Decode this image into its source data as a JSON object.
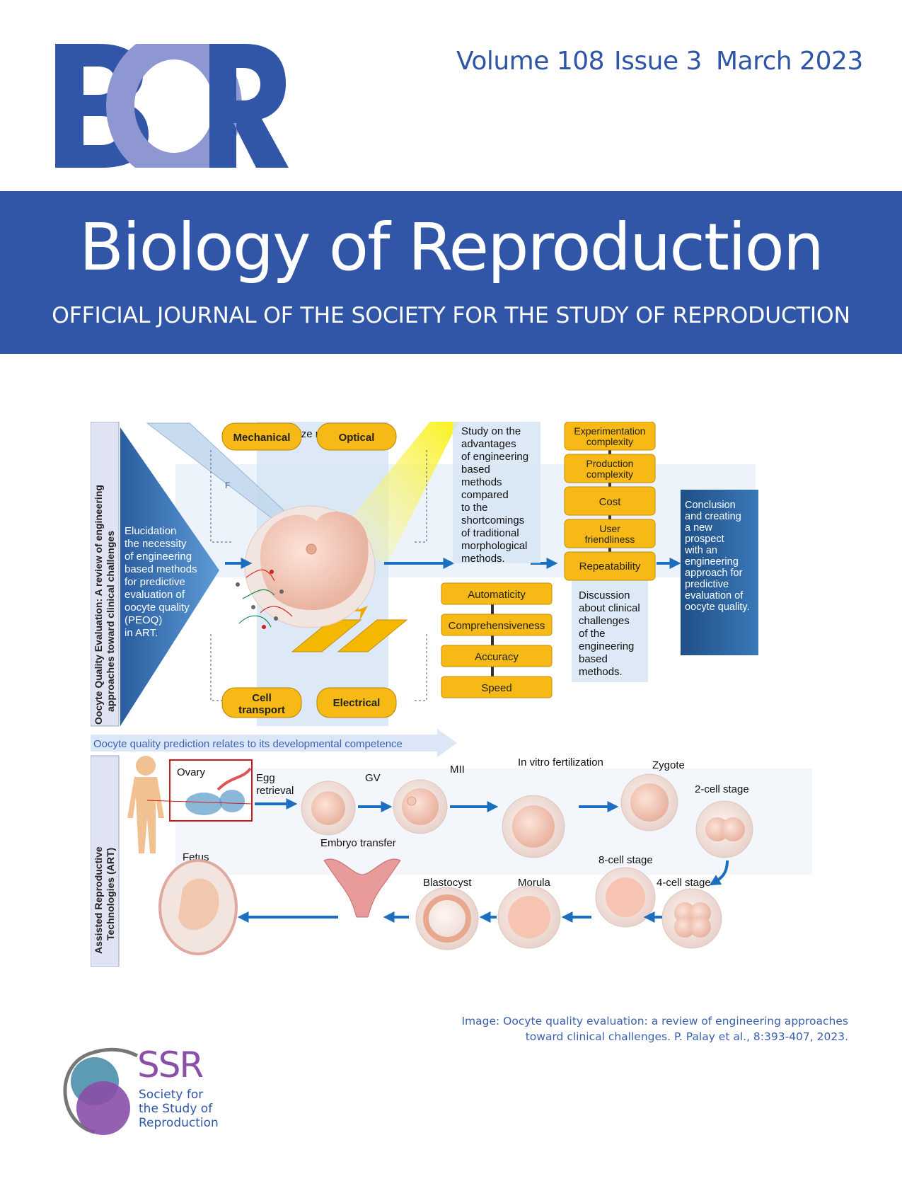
{
  "masthead": {
    "logo_letters": "BOR",
    "volume": "Volume 108",
    "issue": "Issue 3",
    "date": "March 2023"
  },
  "banner": {
    "title": "Biology of Reproduction",
    "subtitle": "OFFICIAL JOURNAL OF THE SOCIETY FOR THE STUDY OF REPRODUCTION"
  },
  "figure": {
    "side_label_top_1": "Oocyte Quality Evaluation: A review of engineering",
    "side_label_top_2": "approaches toward clinical challenges",
    "side_label_bottom_1": "Assisted Reproductive",
    "side_label_bottom_2": "Technologies (ART)",
    "triangle_lines": [
      "Elucidation",
      "the necessity",
      "of engineering",
      "based methods",
      "for predictive",
      "evaluation of",
      "oocyte quality",
      "(PEOQ)",
      "in ART."
    ],
    "categorize_label": "Categorize methods",
    "categories": {
      "mechanical": "Mechanical",
      "optical": "Optical",
      "cell_transport_1": "Cell",
      "cell_transport_2": "transport",
      "electrical": "Electrical",
      "force": "F"
    },
    "study_lines": [
      "Study on the",
      "advantages",
      "of engineering",
      "based",
      "methods",
      "compared",
      "to the",
      "shortcomings",
      "of traditional",
      "morphological",
      "methods."
    ],
    "advantages": [
      "Automaticity",
      "Comprehensiveness",
      "Accuracy",
      "Speed"
    ],
    "challenges": [
      [
        "Experimentation",
        "complexity"
      ],
      [
        "Production",
        "complexity"
      ],
      [
        "Cost"
      ],
      [
        "User",
        "friendliness"
      ],
      [
        "Repeatability"
      ]
    ],
    "discussion_lines": [
      "Discussion",
      "about clinical",
      "challenges",
      "of the",
      "engineering",
      "based",
      "methods."
    ],
    "conclusion_lines": [
      "Conclusion",
      "and creating",
      "a new",
      "prospect",
      "with an",
      "engineering",
      "approach for",
      "predictive",
      "evaluation of",
      "oocyte quality."
    ],
    "prediction_banner": "Oocyte quality prediction relates to its developmental competence",
    "stages": {
      "ovary": "Ovary",
      "egg_retrieval_1": "Egg",
      "egg_retrieval_2": "retrieval",
      "gv": "GV",
      "mii": "MII",
      "ivf": "In vitro fertilization",
      "zygote": "Zygote",
      "two_cell": "2-cell stage",
      "four_cell": "4-cell stage",
      "eight_cell": "8-cell stage",
      "morula": "Morula",
      "blastocyst": "Blastocyst",
      "embryo_transfer": "Embryo transfer",
      "fetus": "Fetus"
    }
  },
  "caption": {
    "line1": "Image: Oocyte quality evaluation: a review of engineering approaches",
    "line2": "toward clinical challenges. P. Palay et al., 8:393-407, 2023."
  },
  "ssr": {
    "acronym": "SSR",
    "line1": "Society for",
    "line2": "the Study of",
    "line3": "Reproduction"
  },
  "colors": {
    "brand_blue": "#3156a8",
    "logo_light": "#8f97d2",
    "pill_yellow": "#f7b916",
    "ssr_purple": "#8a4fa6",
    "ssr_teal": "#3f8aa6"
  }
}
